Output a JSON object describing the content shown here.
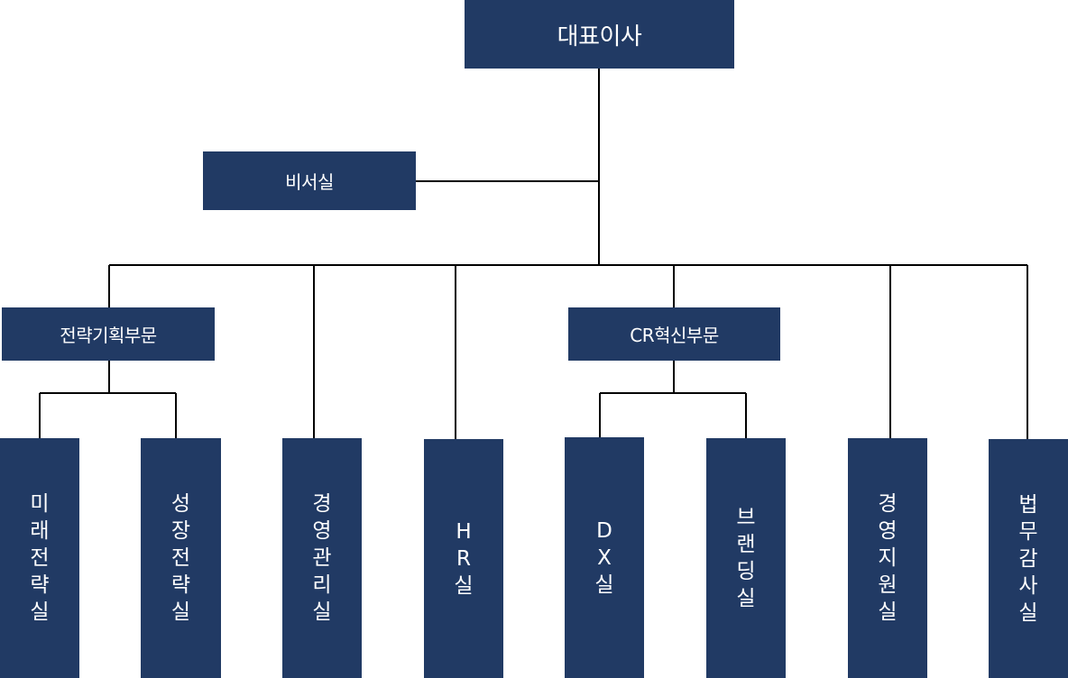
{
  "colors": {
    "box": "#213a64",
    "text": "#ffffff",
    "line": "#000000"
  },
  "ceo": "대표이사",
  "secretary": "비서실",
  "divisions": {
    "strategy": "전략기획부문",
    "cr": "CR혁신부문"
  },
  "units": [
    {
      "id": "future",
      "label": "미래전략실"
    },
    {
      "id": "growth",
      "label": "성장전략실"
    },
    {
      "id": "management",
      "label": "경영관리실"
    },
    {
      "id": "hr",
      "label": "HR실"
    },
    {
      "id": "dx",
      "label": "DX실"
    },
    {
      "id": "branding",
      "label": "브랜딩실"
    },
    {
      "id": "support",
      "label": "경영지원실"
    },
    {
      "id": "legal",
      "label": "법무감사실"
    }
  ]
}
